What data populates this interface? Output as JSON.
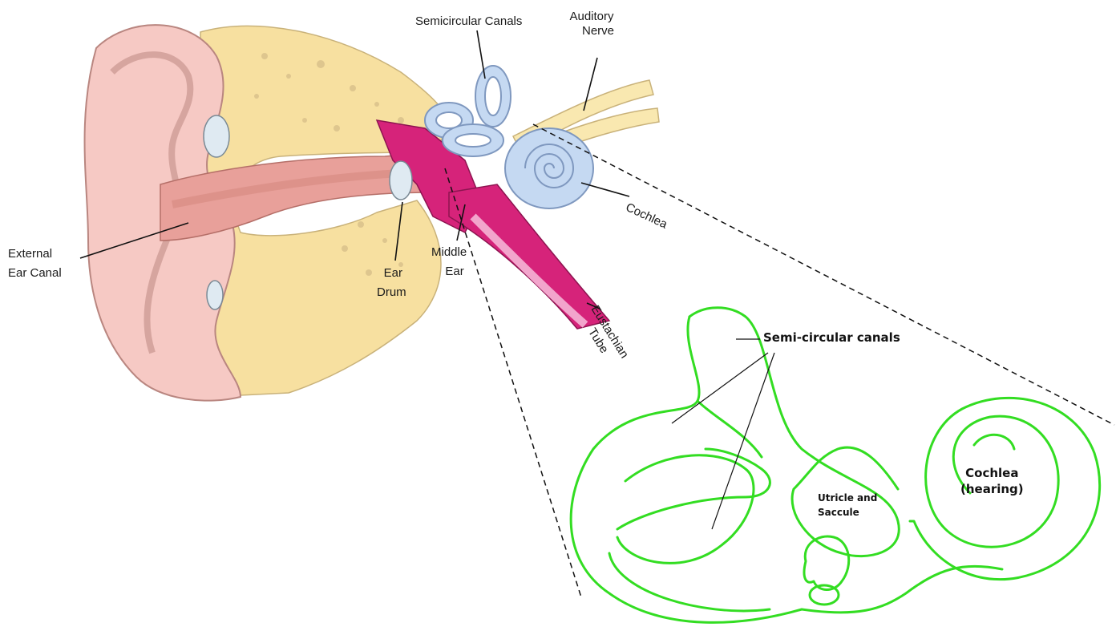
{
  "ear_labels": {
    "semicircular_canals": "Semicircular Canals",
    "auditory_nerve_line1": "Auditory",
    "auditory_nerve_line2": "Nerve",
    "cochlea": "Cochlea",
    "external_ear_canal_line1": "External",
    "external_ear_canal_line2": "Ear Canal",
    "ear_drum_line1": "Ear",
    "ear_drum_line2": "Drum",
    "middle_ear_line1": "Middle",
    "middle_ear_line2": "Ear",
    "eustachian_tube_line1": "Eustachian",
    "eustachian_tube_line2": "Tube"
  },
  "inner_ear_labels": {
    "semi_circular_canals": "Semi-circular canals",
    "utricle_line1": "Utricle and",
    "utricle_line2": "Saccule",
    "cochlea_line1": "Cochlea",
    "cochlea_line2": "(hearing)"
  },
  "colors": {
    "outline_green": "#33dd22",
    "skin_pink": "#f6c9c4",
    "canal_pink": "#e8a09a",
    "bone_yellow": "#f7e0a0",
    "middle_magenta": "#d6237a",
    "inner_blue": "#c5d9f2"
  }
}
